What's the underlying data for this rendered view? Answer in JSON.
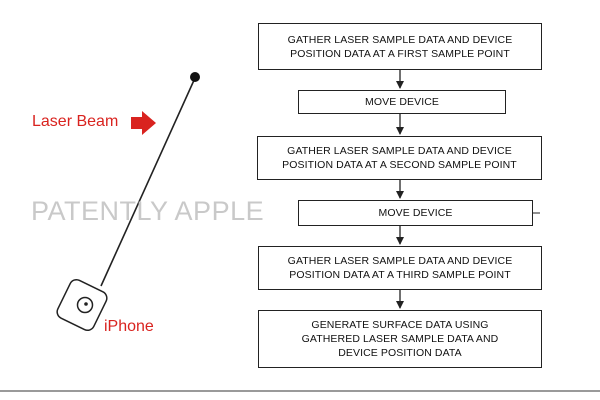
{
  "illustration": {
    "laser_label": "Laser Beam",
    "device_label": "iPhone",
    "watermark": "PATENTLY APPLE",
    "accent_color": "#d9231f"
  },
  "flowchart": {
    "steps": [
      [
        "GATHER LASER SAMPLE DATA AND DEVICE",
        "POSITION DATA AT A FIRST SAMPLE POINT"
      ],
      [
        "MOVE DEVICE"
      ],
      [
        "GATHER LASER SAMPLE DATA AND DEVICE",
        "POSITION DATA AT A SECOND SAMPLE POINT"
      ],
      [
        "MOVE DEVICE"
      ],
      [
        "GATHER LASER SAMPLE DATA AND DEVICE",
        "POSITION DATA AT A THIRD SAMPLE POINT"
      ],
      [
        "GENERATE SURFACE DATA USING",
        "GATHERED LASER SAMPLE DATA AND",
        "DEVICE POSITION DATA"
      ]
    ]
  }
}
